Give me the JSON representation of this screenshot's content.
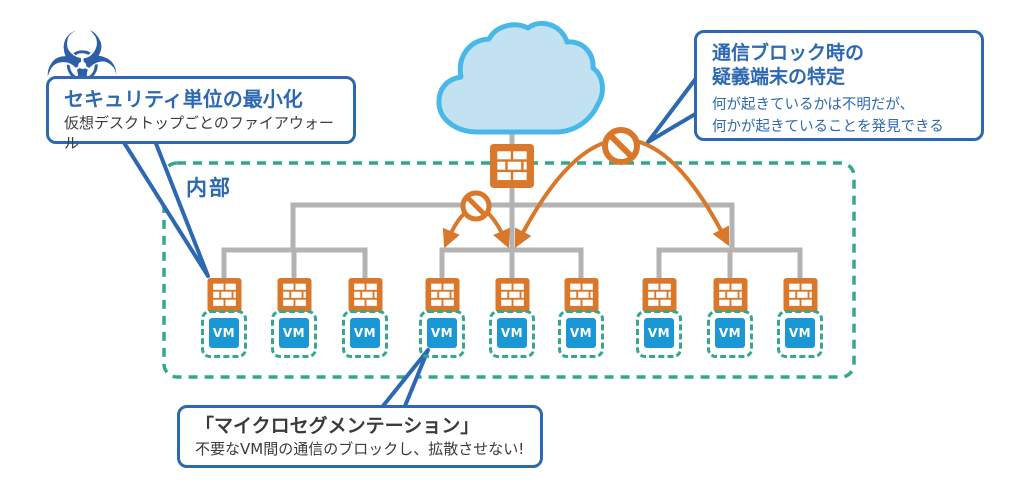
{
  "inner_zone": {
    "label": "内部"
  },
  "cloud": {
    "biohazard_glyph": "☣"
  },
  "callouts": {
    "security_unit": {
      "title": "セキュリティ単位の最小化",
      "body": "仮想デスクトップごとのファイアウォール"
    },
    "block_detection": {
      "title_line1": "通信ブロック時の",
      "title_line2": "疑義端末の特定",
      "body_line1": "何が起きているかは不明だが、",
      "body_line2": "何かが起きていることを発見できる"
    },
    "microsegmentation": {
      "title": "「マイクロセグメンテーション」",
      "body": "不要なVM間の通信のブロックし、拡散させない!"
    }
  },
  "units": [
    {
      "vm_label": "VM"
    },
    {
      "vm_label": "VM"
    },
    {
      "vm_label": "VM"
    },
    {
      "vm_label": "VM"
    },
    {
      "vm_label": "VM"
    },
    {
      "vm_label": "VM"
    },
    {
      "vm_label": "VM"
    },
    {
      "vm_label": "VM"
    },
    {
      "vm_label": "VM"
    }
  ],
  "colors": {
    "accent_blue": "#2d68b2",
    "dark_blue": "#2d5fa7",
    "orange": "#d9772a",
    "teal_dashed": "#34a88d",
    "vm_blue": "#1b97d6",
    "line_gray": "#b3b3b3",
    "cloud_fill": "#c2e2f2",
    "cloud_stroke": "#49b8e8",
    "dark_text": "#3a3a3a"
  }
}
